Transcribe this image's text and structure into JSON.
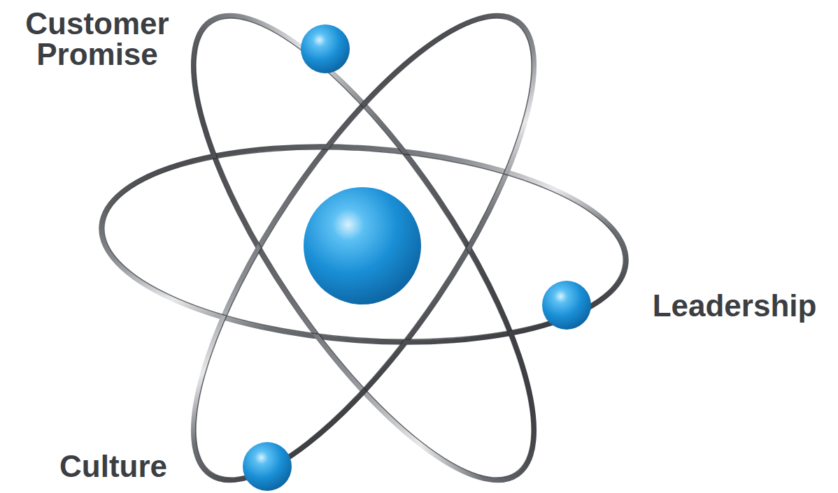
{
  "diagram": {
    "labels": [
      "Customer Promise",
      "Leadership",
      "Culture"
    ]
  }
}
